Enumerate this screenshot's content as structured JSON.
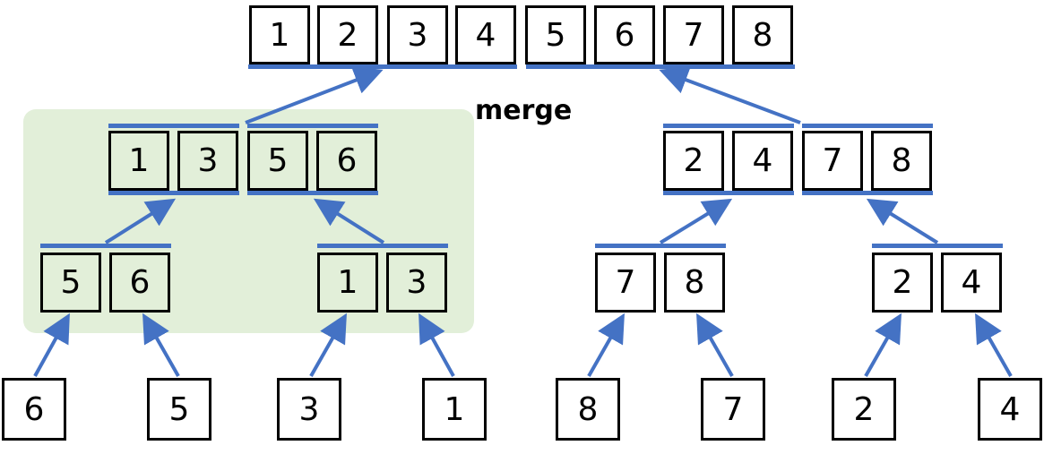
{
  "label": "merge",
  "accent_color": "#4472c4",
  "highlight_color": "#e2efd9",
  "levels": {
    "top": [
      "1",
      "2",
      "3",
      "4",
      "5",
      "6",
      "7",
      "8"
    ],
    "left_mid": [
      "1",
      "3",
      "5",
      "6"
    ],
    "right_mid": [
      "2",
      "4",
      "7",
      "8"
    ],
    "pairs": [
      [
        "5",
        "6"
      ],
      [
        "1",
        "3"
      ],
      [
        "7",
        "8"
      ],
      [
        "2",
        "4"
      ]
    ],
    "leaves": [
      "6",
      "5",
      "3",
      "1",
      "8",
      "7",
      "2",
      "4"
    ]
  }
}
